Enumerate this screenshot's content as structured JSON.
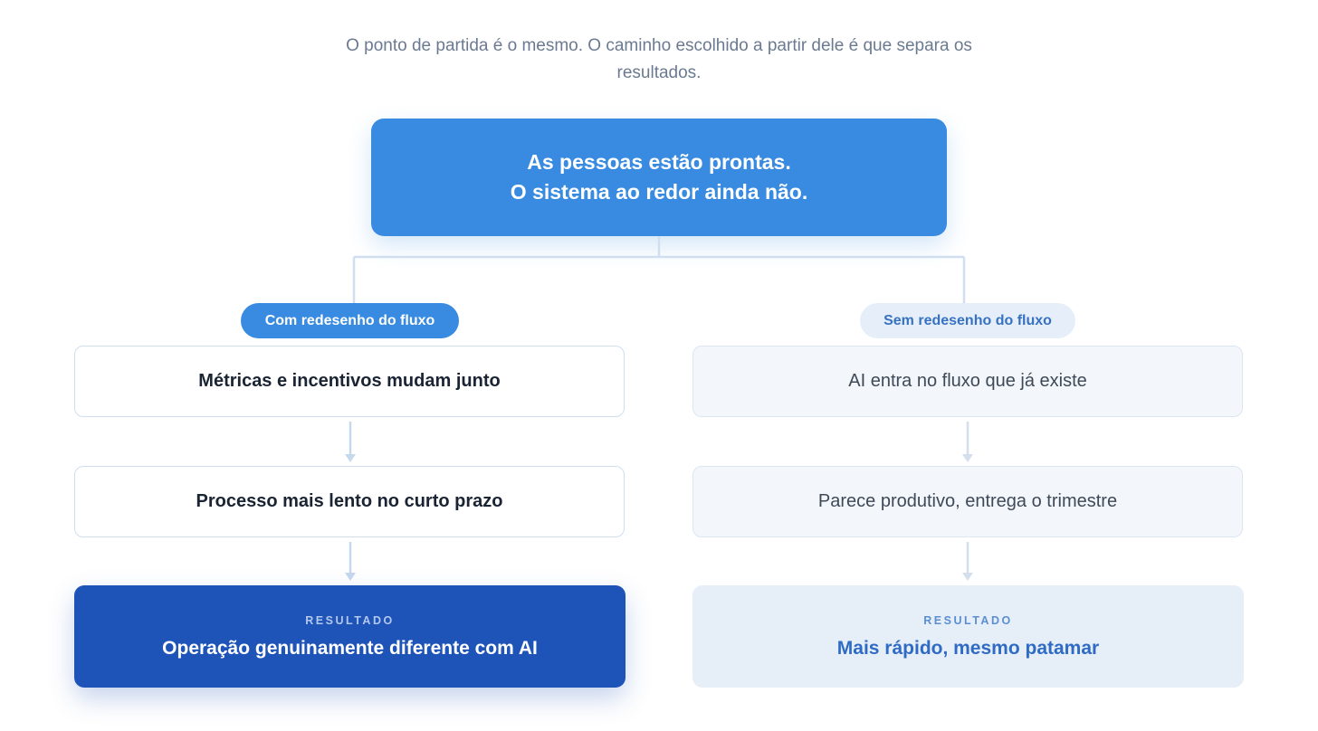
{
  "subtitle": "O ponto de partida é o mesmo. O caminho escolhido a partir dele é que separa os resultados.",
  "start": {
    "line1": "As pessoas estão prontas.",
    "line2": "O sistema ao redor ainda não."
  },
  "left_path": {
    "label": "Com redesenho do fluxo",
    "steps": [
      "Métricas e incentivos mudam junto",
      "Processo mais lento no curto prazo"
    ],
    "result_label": "RESULTADO",
    "result": "Operação genuinamente diferente com AI"
  },
  "right_path": {
    "label": "Sem redesenho do fluxo",
    "steps": [
      "AI entra no fluxo que já existe",
      "Parece produtivo, entrega o trimestre"
    ],
    "result_label": "RESULTADO",
    "result": "Mais rápido, mesmo patamar"
  },
  "colors": {
    "primary_blue": "#388be0",
    "dark_blue": "#1e54b8",
    "light_blue_bg": "#e6eef8",
    "connector": "#cfdff0",
    "subtitle_gray": "#6b7a90"
  }
}
